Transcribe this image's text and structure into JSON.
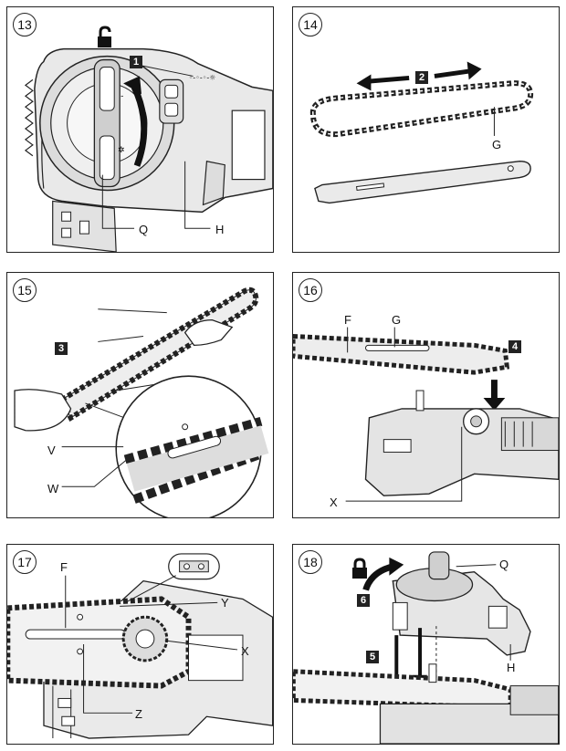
{
  "panels": [
    {
      "number": "13",
      "labels": {
        "q": "Q",
        "h": "H"
      },
      "step": "1",
      "lock": "unlocked"
    },
    {
      "number": "14",
      "labels": {
        "g": "G"
      },
      "step": "2"
    },
    {
      "number": "15",
      "labels": {
        "v": "V",
        "w": "W"
      },
      "step": "3"
    },
    {
      "number": "16",
      "labels": {
        "f": "F",
        "g": "G",
        "x": "X"
      },
      "step": "4"
    },
    {
      "number": "17",
      "labels": {
        "f": "F",
        "y": "Y",
        "x": "X",
        "z": "Z"
      }
    },
    {
      "number": "18",
      "labels": {
        "q": "Q",
        "h": "H"
      },
      "steps": [
        "5",
        "6"
      ],
      "lock": "locked"
    }
  ]
}
